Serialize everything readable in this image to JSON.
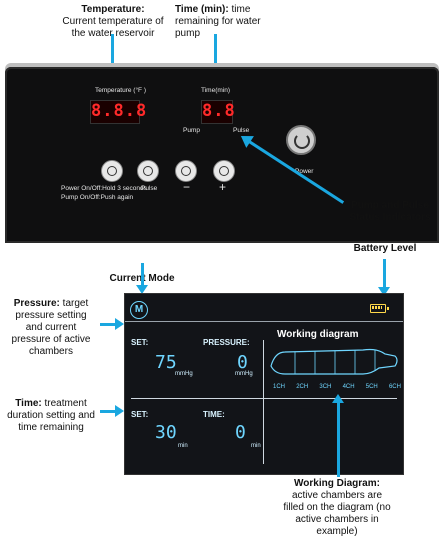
{
  "callouts": {
    "temperature": {
      "title": "Temperature:",
      "body": "Current temperature of the water reservoir"
    },
    "time_min": {
      "title": "Time (min):",
      "body": "time remaining for water pump"
    },
    "pump_pulse": {
      "title": "Pump and Pulse Status Indicators"
    },
    "current_mode": {
      "title": "Current Mode"
    },
    "battery_level": {
      "title": "Battery Level"
    },
    "pressure": {
      "title": "Pressure:",
      "body": "target pressure setting and current pressure of active chambers"
    },
    "time": {
      "title": "Time:",
      "body": "treatment duration setting and time remaining"
    },
    "working_diagram": {
      "title": "Working Diagram:",
      "body": "active chambers are filled on the diagram (no active chambers in example)"
    }
  },
  "device": {
    "temp_label": "Temperature (°F )",
    "temp_display": "8.8.8",
    "time_label": "Time(min)",
    "time_display": "8.8",
    "pump_label": "Pump",
    "pulse_label": "Pulse",
    "power_label": "Power",
    "power_hint_1": "Power On/Off:Hold 3 seconds",
    "power_hint_2": "Pump On/Off:Push again",
    "btn_pulse": "Pulse",
    "btn_minus": "−",
    "btn_plus": "+"
  },
  "lcd": {
    "mode_label": "M",
    "set_label_1": "SET:",
    "set_value_1": "75",
    "set_unit_1": "mmHg",
    "pressure_label": "PRESSURE:",
    "pressure_value": "0",
    "pressure_unit": "mmHg",
    "working_title": "Working diagram",
    "chambers": [
      "1CH",
      "2CH",
      "3CH",
      "4CH",
      "5CH",
      "6CH"
    ],
    "set_label_2": "SET:",
    "set_value_2": "30",
    "set_unit_2": "min",
    "time_label": "TIME:",
    "time_value": "0",
    "time_unit": "min"
  },
  "colors": {
    "accent": "#1aa7e0",
    "lcd_bg": "#121418",
    "segment_red": "#ff2a2a"
  }
}
